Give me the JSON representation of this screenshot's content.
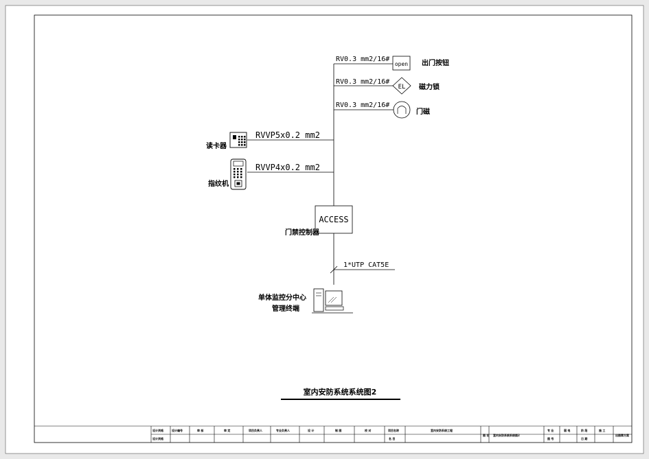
{
  "diagram": {
    "title": "室内安防系统系统图2",
    "top_devices": [
      {
        "cable": "RV0.3 mm2/16#",
        "symbol_text": "open",
        "label": "出门按钮"
      },
      {
        "cable": "RV0.3 mm2/16#",
        "symbol_text": "EL",
        "label": "磁力锁"
      },
      {
        "cable": "RV0.3 mm2/16#",
        "symbol_text": "",
        "label": "门磁"
      }
    ],
    "side_devices": [
      {
        "cable": "RVVP5x0.2  mm2",
        "label": "读卡器"
      },
      {
        "cable": "RVVP4x0.2  mm2",
        "label": "指纹机"
      }
    ],
    "controller": {
      "box_text": "ACCESS",
      "label": "门禁控制器"
    },
    "network": {
      "cable": "1*UTP CAT5E"
    },
    "terminal": {
      "label_line1": "单体监控分中心",
      "label_line2": "管理终端"
    }
  },
  "title_block": {
    "row1": [
      "设计资格",
      "设计编号",
      "审 核",
      "审 定",
      "项目负责人",
      "专业负责人",
      "设 计",
      "制 图",
      "校 对",
      "项目名称",
      "室内安防系统工程"
    ],
    "row2": [
      "设计资格",
      "",
      "",
      "",
      "",
      "",
      "",
      "",
      "",
      "名 目",
      ""
    ],
    "drawing_label": "图 名",
    "drawing_name": "室内安防系统系统图2",
    "right_labels": [
      "专 业",
      "弱 电",
      "阶 段",
      "施 工",
      "图 号",
      "日 期"
    ],
    "stamp": "出图章方案"
  }
}
